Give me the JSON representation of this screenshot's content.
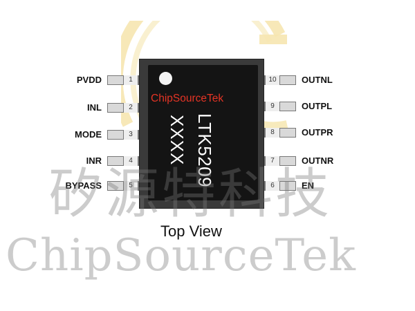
{
  "chip": {
    "brand": "ChipSourceTek",
    "part_number": "LTK5209",
    "lot_code": "XXXX"
  },
  "pins": {
    "left": [
      {
        "number": "1",
        "name": "PVDD"
      },
      {
        "number": "2",
        "name": "INL"
      },
      {
        "number": "3",
        "name": "MODE"
      },
      {
        "number": "4",
        "name": "INR"
      },
      {
        "number": "5",
        "name": "BYPASS"
      }
    ],
    "right": [
      {
        "number": "10",
        "name": "OUTNL"
      },
      {
        "number": "9",
        "name": "OUTPL"
      },
      {
        "number": "8",
        "name": "OUTPR"
      },
      {
        "number": "7",
        "name": "OUTNR"
      },
      {
        "number": "6",
        "name": "EN"
      }
    ]
  },
  "caption": "Top View",
  "watermark": {
    "chinese": "矽源特科技",
    "english": "ChipSourceTek"
  },
  "colors": {
    "brand_text": "#e53425",
    "logo_arc": "#f6e6b0",
    "chip_body": "#141414"
  }
}
